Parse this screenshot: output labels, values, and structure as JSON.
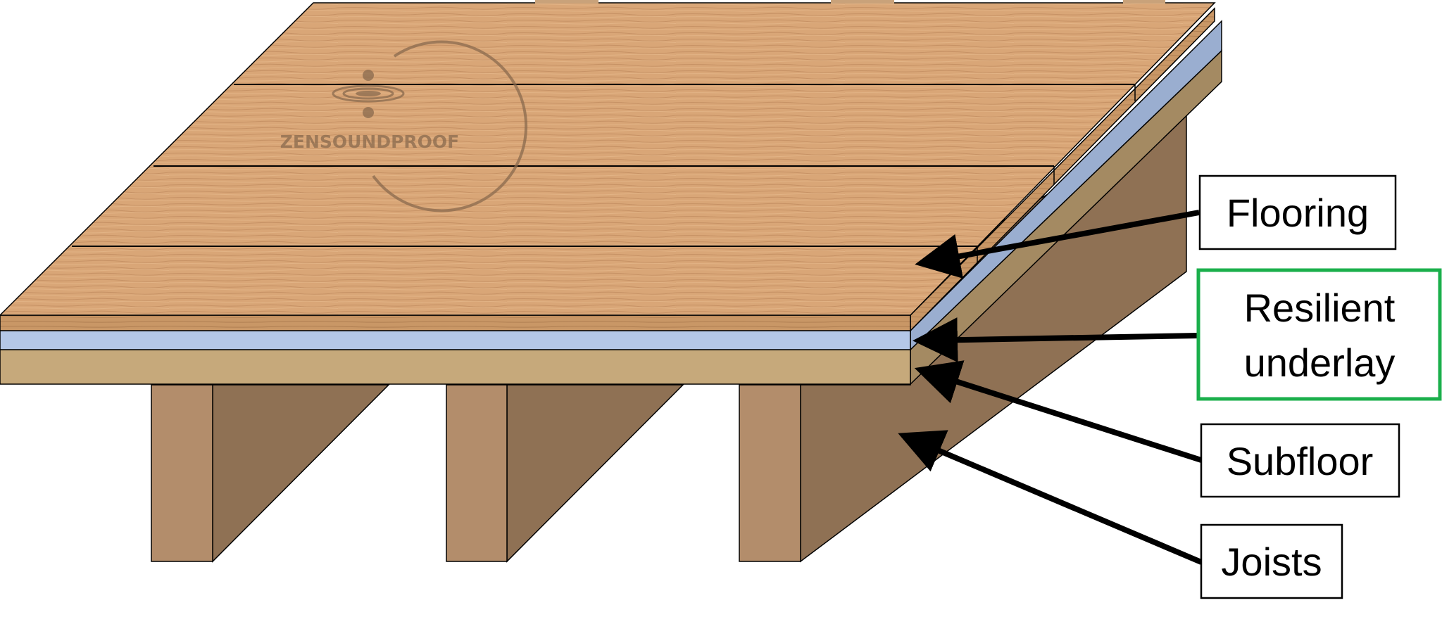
{
  "diagram": {
    "labels": {
      "flooring": "Flooring",
      "resilient_line1": "Resilient",
      "resilient_line2": "underlay",
      "subfloor": "Subfloor",
      "joists": "Joists"
    },
    "highlighted_label": "Resilient underlay",
    "watermark": "ZENSOUNDPROOF"
  },
  "colors": {
    "wood_plank": "#d8a475",
    "underlay": "#b4c7e7",
    "subfloor": "#c6a97b",
    "joist_face": "#b38d6b",
    "joist_side": "#8f7154",
    "highlight_border": "#1aaf4b",
    "watermark": "#8a6a4e"
  }
}
